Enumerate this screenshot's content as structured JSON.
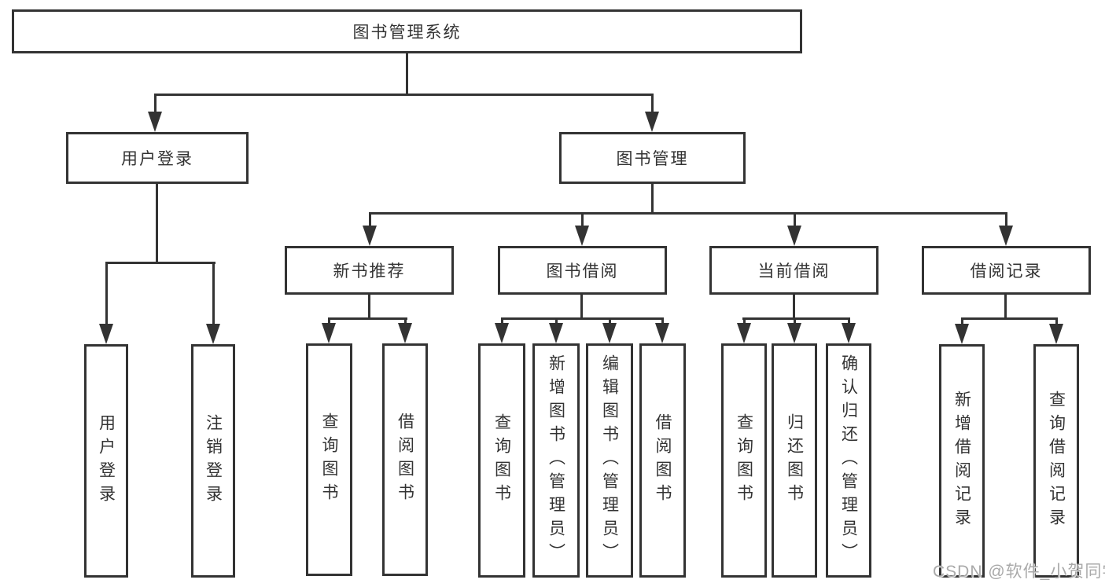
{
  "tree": {
    "root": {
      "label": "图书管理系统"
    },
    "branches": [
      {
        "label": "用户登录",
        "children": [
          {
            "label": "用户登录"
          },
          {
            "label": "注销登录"
          }
        ]
      },
      {
        "label": "图书管理",
        "children": [
          {
            "label": "新书推荐",
            "children": [
              {
                "label": "查询图书"
              },
              {
                "label": "借阅图书"
              }
            ]
          },
          {
            "label": "图书借阅",
            "children": [
              {
                "label": "查询图书"
              },
              {
                "label": "新增图书（管理员）"
              },
              {
                "label": "编辑图书（管理员）"
              },
              {
                "label": "借阅图书"
              }
            ]
          },
          {
            "label": "当前借阅",
            "children": [
              {
                "label": "查询图书"
              },
              {
                "label": "归还图书"
              },
              {
                "label": "确认归还（管理员）"
              }
            ]
          },
          {
            "label": "借阅记录",
            "children": [
              {
                "label": "新增借阅记录"
              },
              {
                "label": "查询借阅记录"
              }
            ]
          }
        ]
      }
    ]
  },
  "watermark": {
    "text": "CSDN @软件_小贺同学"
  },
  "colors": {
    "line": "#333333",
    "text": "#333333",
    "box_background": "#ffffff",
    "background": "#ffffff",
    "watermark": "#a9a9a9"
  }
}
